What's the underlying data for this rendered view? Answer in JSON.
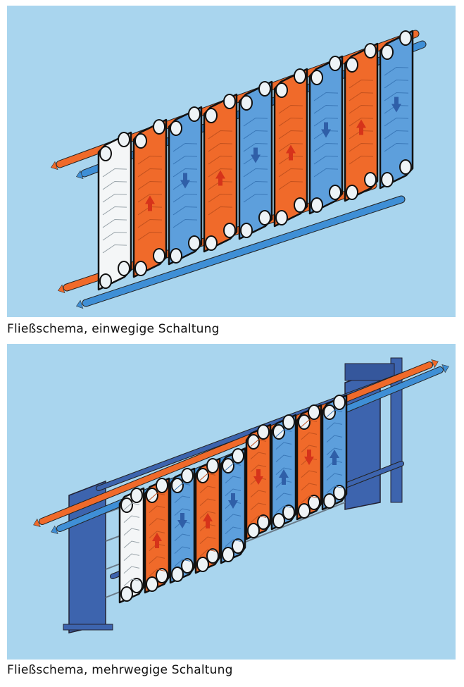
{
  "figures": [
    {
      "caption": "Fließschema, einwegige Schaltung",
      "colors": {
        "hot": "#f06a2a",
        "cold": "#3f8fd6",
        "frame": "#3d64ae",
        "background": "#a9d5ee"
      },
      "plates": [
        "white",
        "hot",
        "cold",
        "hot",
        "cold",
        "hot",
        "cold",
        "hot",
        "cold"
      ]
    },
    {
      "caption": "Fließschema, mehrwegige Schaltung",
      "colors": {
        "hot": "#f06a2a",
        "cold": "#3f8fd6",
        "frame": "#3d64ae",
        "background": "#a9d5ee"
      },
      "plates": [
        "white",
        "hot",
        "cold",
        "hot",
        "cold",
        "hot",
        "cold",
        "hot",
        "cold"
      ]
    }
  ]
}
